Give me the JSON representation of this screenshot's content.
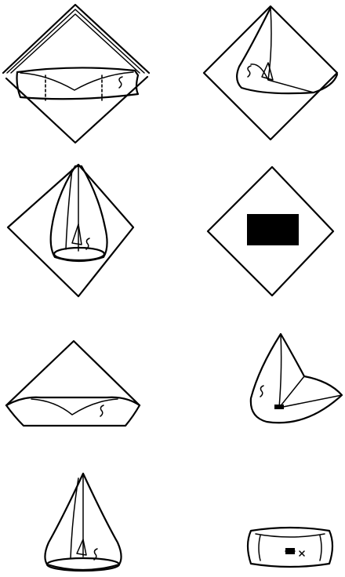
{
  "diagram": {
    "type": "napkin-folding-steps",
    "steps": [
      {
        "id": "step-1",
        "shape": "diamond with top band and dashed fold lines"
      },
      {
        "id": "step-2",
        "shape": "diamond with left fold"
      },
      {
        "id": "step-3",
        "shape": "diamond with pocket cone"
      },
      {
        "id": "step-4",
        "shape": "diamond with rectangle fold"
      },
      {
        "id": "step-5",
        "shape": "triangle with band"
      },
      {
        "id": "step-6",
        "shape": "triangle sail"
      },
      {
        "id": "step-7",
        "shape": "cone pocket"
      },
      {
        "id": "step-8",
        "shape": "rolled rectangle"
      }
    ],
    "colors": {
      "ink": "#000000",
      "paper": "#ffffff"
    }
  }
}
